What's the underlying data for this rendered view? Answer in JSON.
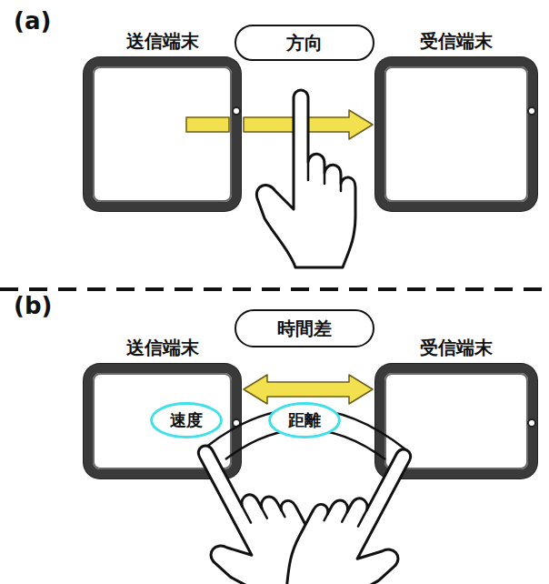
{
  "diagram": {
    "nodes": [
      {
        "text": [
          "送信端末"
        ]
      },
      {
        "text": [
          "方向"
        ]
      },
      {
        "text": [
          "受信端末"
        ]
      },
      {
        "text": [
          "送信端末"
        ]
      },
      {
        "text": [
          "時間差"
        ]
      },
      {
        "text": [
          "受信端末"
        ]
      },
      {
        "text": [
          "速度"
        ],
        "in": 3
      },
      {
        "text": [
          "距離"
        ]
      }
    ],
    "edges": [
      {
        "from": 0,
        "to": 2,
        "arrow": "to"
      },
      {
        "from": 3,
        "to": 5,
        "arrow": "both"
      }
    ],
    "labels": [
      "(a)",
      "(b)"
    ]
  }
}
